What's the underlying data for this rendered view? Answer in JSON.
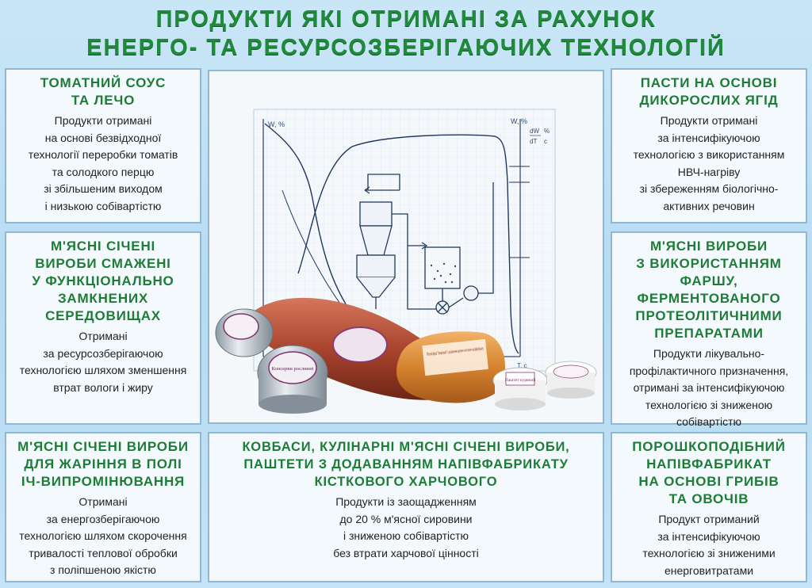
{
  "header": {
    "title_line1": "ПРОДУКТИ ЯКІ ОТРИМАНІ ЗА РАХУНОК",
    "title_line2": "ЕНЕРГО- ТА РЕСУРСОЗБЕРІГАЮЧИХ ТЕХНОЛОГІЙ"
  },
  "panels": {
    "tomato": {
      "heading": "ТОМАТНИЙ СОУС\nТА ЛЕЧО",
      "body": "Продукти отримані\nна основі безвідходної\nтехнології переробки томатів\nта солодкого перцю\nзі збільшеним виходом\nі низькою собівартістю"
    },
    "berries": {
      "heading": "ПАСТИ НА ОСНОВІ\nДИКОРОСЛИХ ЯГІД",
      "body": "Продукти отримані\nза інтенсифікуючою\nтехнологією з використанням\nНВЧ-нагріву\nзі збереженням біологічно-\nактивних речовин"
    },
    "fried_meat": {
      "heading": "М'ЯСНІ СІЧЕНІ\nВИРОБИ СМАЖЕНІ\nУ ФУНКЦІОНАЛЬНО\nЗАМКНЕНИХ\nСЕРЕДОВИЩАХ",
      "body": "Отримані\nза ресурсозберігаючою\nтехнологією шляхом зменшення\nвтрат вологи і жиру"
    },
    "ferment_meat": {
      "heading": "М'ЯСНІ ВИРОБИ\nЗ ВИКОРИСТАННЯМ\nФАРШУ, ФЕРМЕНТОВАНОГО\nПРОТЕОЛІТИЧНИМИ\nПРЕПАРАТАМИ",
      "body": "Продукти лікувально-\nпрофілактичного призначення,\nотримані за інтенсифікуючою\nтехнологією зі зниженою\nсобівартістю"
    },
    "ir_meat": {
      "heading": "М'ЯСНІ СІЧЕНІ ВИРОБИ\nДЛЯ ЖАРІННЯ В ПОЛІ\nІЧ-ВИПРОМІНЮВАННЯ",
      "body": "Отримані\nза енергозберігаючою\nтехнологією шляхом скорочення\nтривалості теплової обробки\nз поліпшеною якістю"
    },
    "sausages": {
      "heading": "КОВБАСИ, КУЛІНАРНІ М'ЯСНІ СІЧЕНІ ВИРОБИ,\nПАШТЕТИ З ДОДАВАННЯМ НАПІВФАБРИКАТУ\nКІСТКОВОГО ХАРЧОВОГО",
      "body": "Продукти із заощадженням\nдо 20 % м'ясної сировини\nі зниженою собівартістю\nбез втрати харчової цінності"
    },
    "mushroom": {
      "heading": "ПОРОШКОПОДІБНИЙ\nНАПІВФАБРИКАТ\nНА ОСНОВІ ГРИБІВ\nТА ОВОЧІВ",
      "body": "Продукт отриманий\nза інтенсифікуючою\nтехнологією зі зниженими\nенерговитратами"
    }
  },
  "diagram": {
    "axis_left": "W, %",
    "axis_right": "W, %",
    "axis_right2_num": "dW",
    "axis_right2_den": "dT",
    "axis_right2_unit": "%",
    "axis_right2_unit2": "c",
    "axis_time": "T, c"
  },
  "photo_labels": {
    "can": "Консерви рослинні",
    "sausage": "М'ясний фарш \"Запорізький\" з додаванням харчового кісткового напівфабрикату",
    "pate": "Паштет курячий"
  }
}
